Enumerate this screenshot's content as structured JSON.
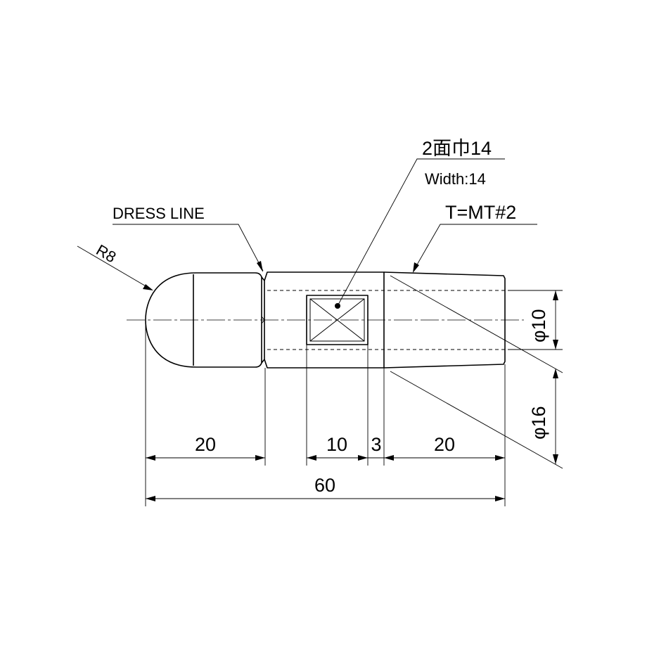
{
  "labels": {
    "width_jp": "2面巾14",
    "width_en": "Width:14",
    "dress_line": "DRESS LINE",
    "taper": "T=MT#2",
    "radius": "R8",
    "dia_bore": "φ10",
    "dia_outer": "φ16"
  },
  "dimensions": {
    "tip_length": "20",
    "flat_length": "10",
    "gap_length": "3",
    "taper_length": "20",
    "overall_length": "60"
  }
}
